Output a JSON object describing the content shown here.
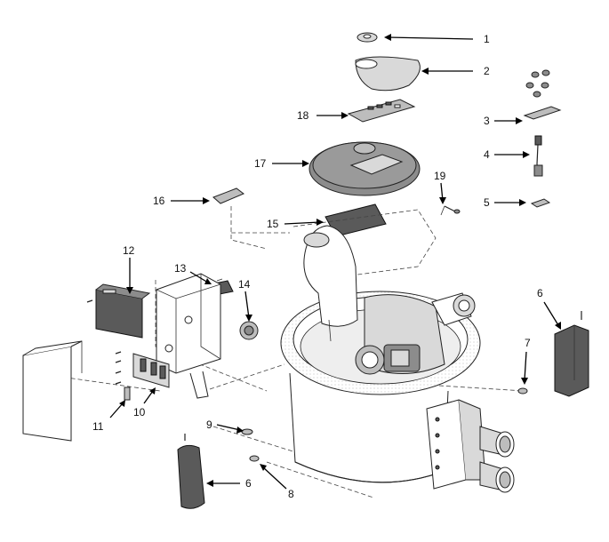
{
  "diagram": {
    "callouts": [
      {
        "id": "c1",
        "label": "1"
      },
      {
        "id": "c2",
        "label": "2"
      },
      {
        "id": "c3",
        "label": "3"
      },
      {
        "id": "c4",
        "label": "4"
      },
      {
        "id": "c5",
        "label": "5"
      },
      {
        "id": "c6a",
        "label": "6"
      },
      {
        "id": "c7",
        "label": "7"
      },
      {
        "id": "c8",
        "label": "8"
      },
      {
        "id": "c9",
        "label": "9"
      },
      {
        "id": "c6b",
        "label": "6"
      },
      {
        "id": "c10",
        "label": "10"
      },
      {
        "id": "c11",
        "label": "11"
      },
      {
        "id": "c12",
        "label": "12"
      },
      {
        "id": "c13",
        "label": "13"
      },
      {
        "id": "c14",
        "label": "14"
      },
      {
        "id": "c15",
        "label": "15"
      },
      {
        "id": "c16",
        "label": "16"
      },
      {
        "id": "c17",
        "label": "17"
      },
      {
        "id": "c18",
        "label": "18"
      },
      {
        "id": "c19",
        "label": "19"
      }
    ],
    "colors": {
      "line": "#222222",
      "light_grey": "#d9d9d9",
      "mid_grey": "#bdbdbd",
      "dark_grey": "#5a5a5a",
      "background": "#ffffff"
    }
  }
}
